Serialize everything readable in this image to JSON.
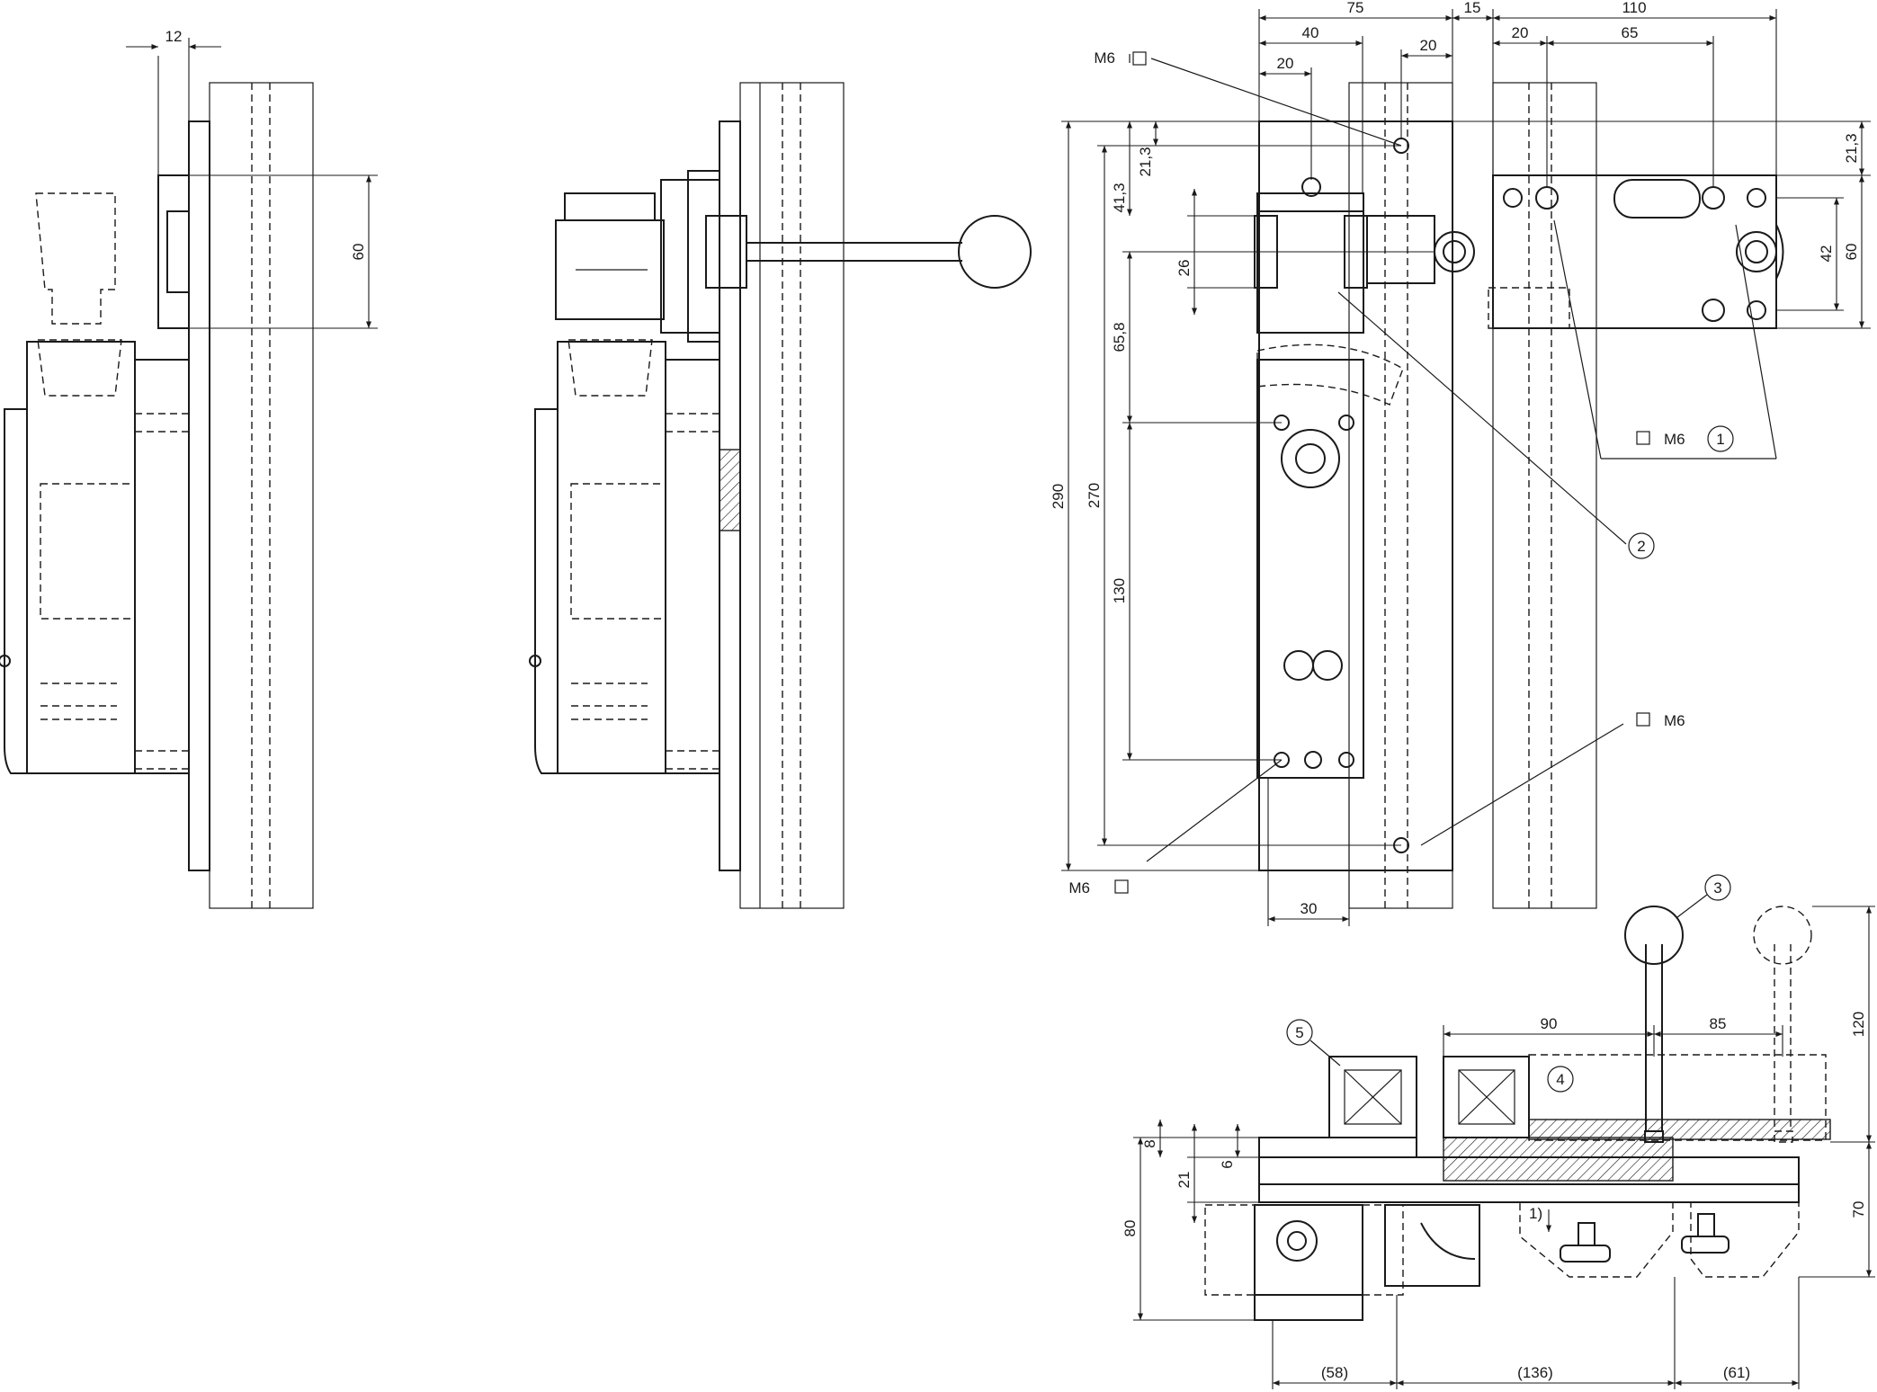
{
  "views": {
    "side_view_1": {
      "dim_width": "12",
      "dim_height": "60"
    },
    "side_view_2": {},
    "front_view": {
      "dims_top": [
        "75",
        "15",
        "110",
        "40",
        "20",
        "20",
        "20",
        "65"
      ],
      "dims_left": [
        "290",
        "270",
        "130",
        "65,8",
        "41,3",
        "21,3",
        "26"
      ],
      "dims_right": [
        "21,3",
        "42",
        "60"
      ],
      "dim_bottom": "30",
      "screw_labels": [
        "M6",
        "M6",
        "M6",
        "M6"
      ],
      "callouts": [
        "1",
        "2"
      ]
    },
    "top_view": {
      "dims_top": [
        "90",
        "85"
      ],
      "dims_left": [
        "80",
        "21",
        "8",
        "6"
      ],
      "dims_right": [
        "120",
        "70"
      ],
      "dims_bottom": [
        "(58)",
        "(136)",
        "(61)"
      ],
      "callouts": [
        "3",
        "4",
        "5"
      ],
      "footnote_mark": "1)"
    }
  }
}
